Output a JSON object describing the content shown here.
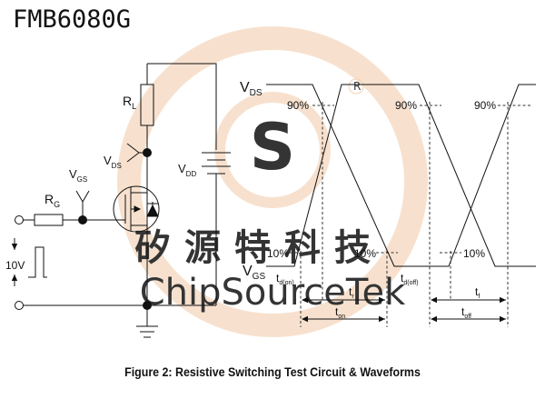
{
  "part_number": "FMB6080G",
  "caption": "Figure 2: Resistive Switching Test Circuit & Waveforms",
  "watermark": {
    "cn_chars": [
      "矽",
      "源",
      "特",
      "科",
      "技"
    ],
    "brand": "ChipSourceTek",
    "registered": "R",
    "color": "#f2c9a8"
  },
  "circuit": {
    "rl": {
      "main": "R",
      "sub": "L"
    },
    "rg": {
      "main": "R",
      "sub": "G"
    },
    "vgs": {
      "main": "V",
      "sub": "GS"
    },
    "vds": {
      "main": "V",
      "sub": "DS"
    },
    "vdd": {
      "main": "V",
      "sub": "DD"
    },
    "pulse_label": "10V"
  },
  "waveform": {
    "vds_label": {
      "main": "V",
      "sub": "DS"
    },
    "vgs_label": {
      "main": "V",
      "sub": "GS"
    },
    "pct90": [
      "90%",
      "90%",
      "90%"
    ],
    "pct10": [
      "10%",
      "10%",
      "10%"
    ],
    "t_don": {
      "main": "t",
      "sub": "d(on)"
    },
    "t_r": {
      "main": "t",
      "sub": "r"
    },
    "t_doff": {
      "main": "t",
      "sub": "d(off)"
    },
    "t_f": {
      "main": "t",
      "sub": "f"
    },
    "t_on": {
      "main": "t",
      "sub": "on"
    },
    "t_off": {
      "main": "t",
      "sub": "off"
    }
  }
}
